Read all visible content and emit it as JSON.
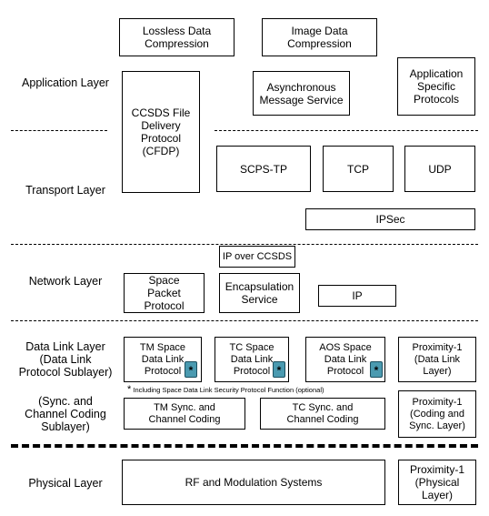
{
  "layers": {
    "application": "Application Layer",
    "transport": "Transport Layer",
    "network": "Network Layer",
    "data_link": "Data Link Layer\n(Data Link\nProtocol Sublayer)",
    "sync_coding": "(Sync. and\nChannel Coding\nSublayer)",
    "physical": "Physical Layer"
  },
  "boxes": {
    "lossless": "Lossless Data\nCompression",
    "image": "Image Data\nCompression",
    "app_specific": "Application\nSpecific\nProtocols",
    "cfdp": "CCSDS File\nDelivery\nProtocol\n(CFDP)",
    "async": "Asynchronous\nMessage Service",
    "scps": "SCPS-TP",
    "tcp": "TCP",
    "udp": "UDP",
    "ipsec": "IPSec",
    "ip_over_ccsds": "IP over CCSDS",
    "space_packet": "Space\nPacket\nProtocol",
    "encapsulation": "Encapsulation\nService",
    "ip": "IP",
    "tm_space": "TM Space\nData Link\nProtocol",
    "tc_space": "TC Space\nData Link\nProtocol",
    "aos_space": "AOS Space\nData Link\nProtocol",
    "prox_dl": "Proximity-1\n(Data Link\nLayer)",
    "tm_sync": "TM Sync. and\nChannel Coding",
    "tc_sync": "TC Sync. and\nChannel Coding",
    "prox_coding": "Proximity-1\n(Coding and\nSync. Layer)",
    "rf": "RF and Modulation Systems",
    "prox_phys": "Proximity-1\n(Physical\nLayer)"
  },
  "star_symbol": "*",
  "footnote": "Including Space Data Link Security Protocol Function (optional)",
  "colors": {
    "star_fill": "#4a9ab0"
  }
}
